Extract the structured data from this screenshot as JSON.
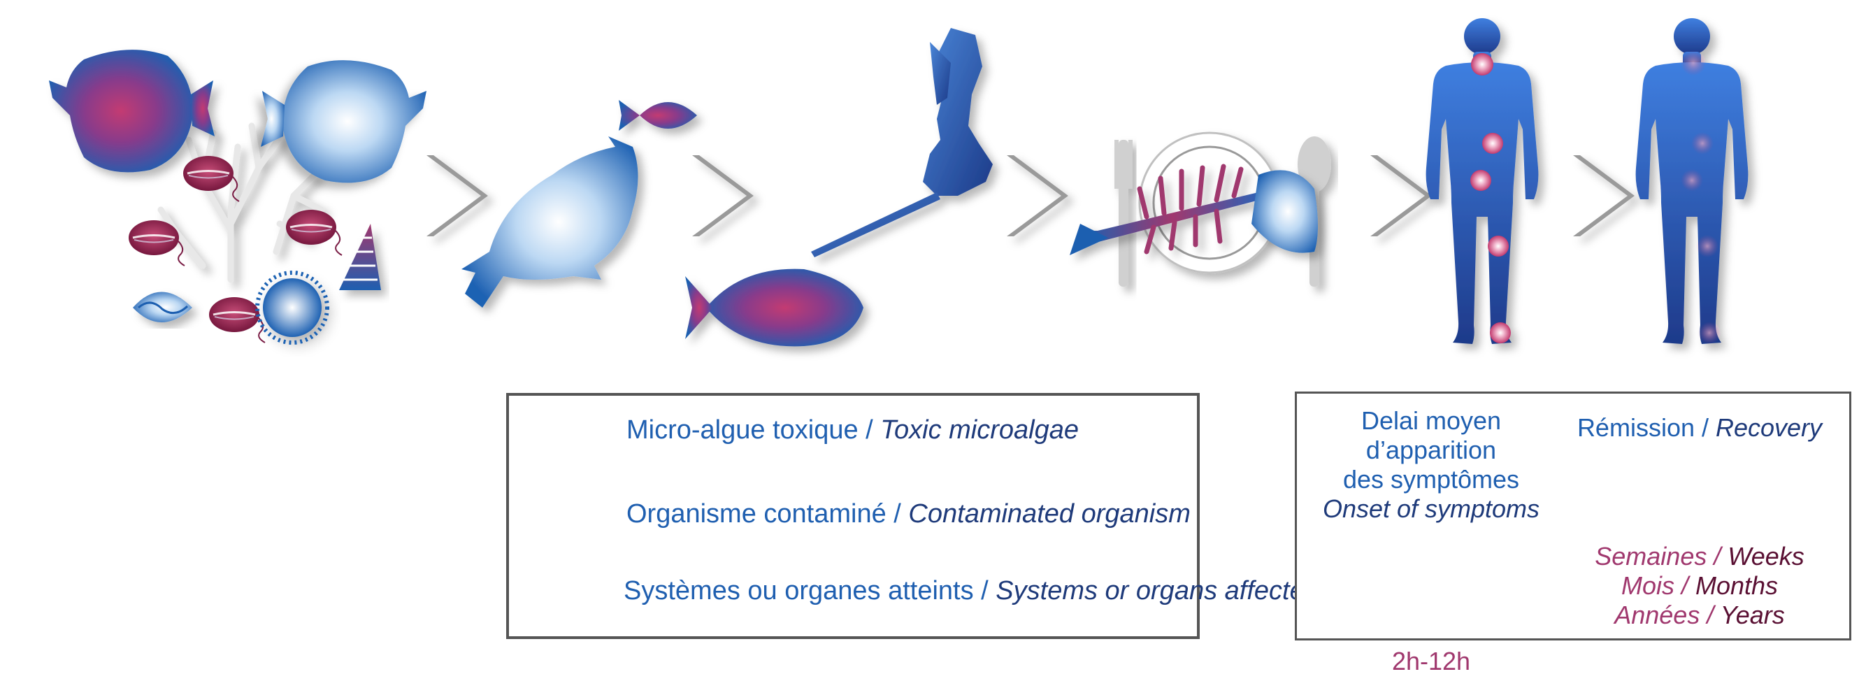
{
  "legend": {
    "microalgae_fr": "Micro-algue toxique",
    "microalgae_en": "Toxic microalgae",
    "organism_fr": "Organisme contaminé",
    "organism_en": "Contaminated organism",
    "organs_fr": "Systèmes ou organes atteints",
    "organs_en": "Systems or organs affected",
    "separator": " / "
  },
  "timeline": {
    "onset_fr_line1": "Delai moyen d’apparition",
    "onset_fr_line2": "des symptômes",
    "onset_en": "Onset of symptoms",
    "onset_value": "2h-12h",
    "remission_fr": "Rémission",
    "remission_en": "Recovery",
    "weeks_fr": "Semaines",
    "weeks_en": "Weeks",
    "months_fr": "Mois",
    "months_en": "Months",
    "years_fr": "Années",
    "years_en": "Years",
    "separator": " / "
  },
  "colors": {
    "ocean_blue": "#1f5fb0",
    "deep_blue": "#1e3a7a",
    "toxin_magenta": "#a0386e",
    "wine": "#7a1d45",
    "arrow_grey": "#9a9a9a"
  },
  "icons": [
    "surgeonfish-icon",
    "microalga-icon",
    "coral-icon",
    "grouper-icon",
    "spearfisher-icon",
    "plate-icon",
    "human-body-icon",
    "check-circle-icon",
    "chevron-right-icon"
  ]
}
